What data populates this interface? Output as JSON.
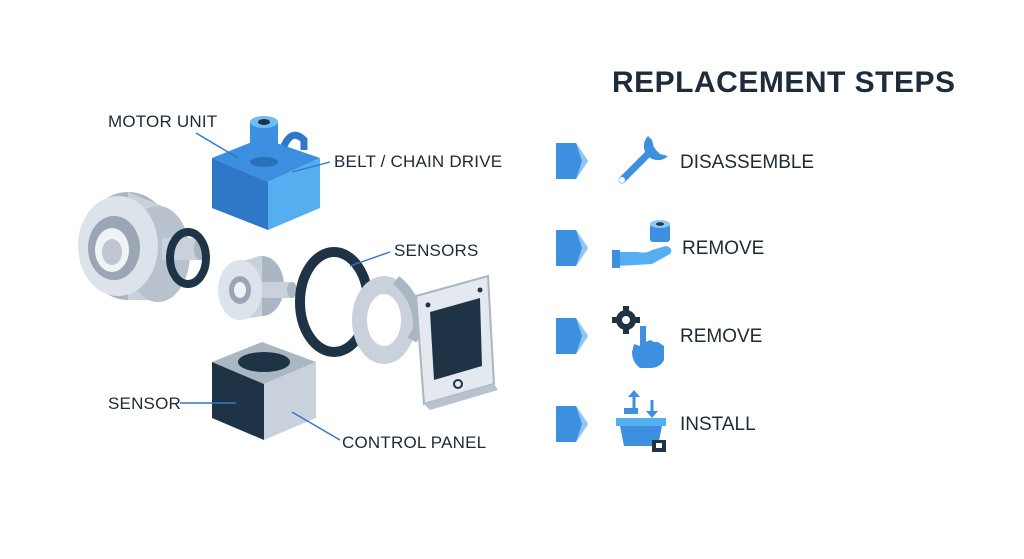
{
  "title": "REPLACEMENT STEPS",
  "parts": {
    "motor_unit": "MOTOR UNIT",
    "belt_chain_drive": "BELT / CHAIN DRIVE",
    "sensors": "SENSORS",
    "sensor": "SENSOR",
    "control_panel": "CONTROL PANEL"
  },
  "steps": [
    {
      "label": "DISASSEMBLE",
      "icon": "wrench-icon"
    },
    {
      "label": "REMOVE",
      "icon": "hand-with-part-icon"
    },
    {
      "label": "REMOVE",
      "icon": "gear-hand-icon"
    },
    {
      "label": "INSTALL",
      "icon": "install-box-icon"
    }
  ],
  "colors": {
    "accent_blue": "#3d8fdf",
    "light_blue": "#55aef0",
    "dark_navy": "#1f3346",
    "light_gray": "#c9d2dc"
  }
}
